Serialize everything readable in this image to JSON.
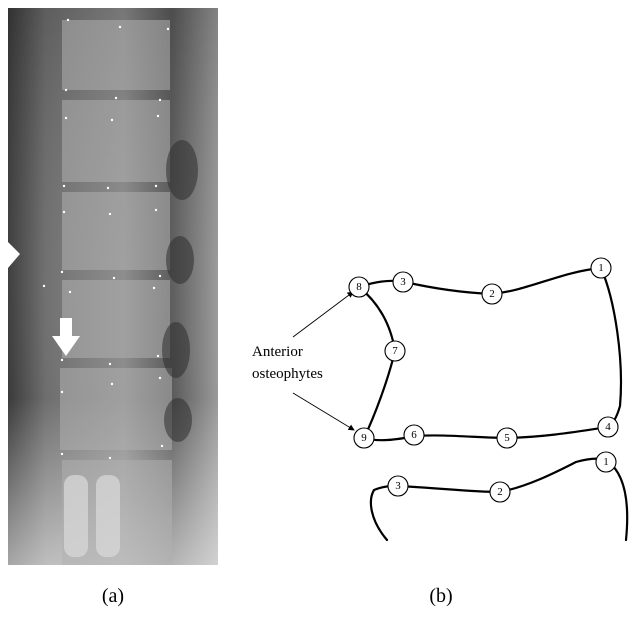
{
  "panel_a": {
    "caption": "(a)"
  },
  "panel_b": {
    "caption": "(b)",
    "annotation_line1": "Anterior",
    "annotation_line2": "osteophytes",
    "upper_vertebra_points": [
      "1",
      "2",
      "3",
      "4",
      "5",
      "6",
      "7",
      "8",
      "9"
    ],
    "lower_vertebra_points": [
      "1",
      "2",
      "3"
    ]
  },
  "colors": {
    "background": "#ffffff",
    "ink": "#000000",
    "xray_dark": "#2a2a2a",
    "xray_light": "#d9d9d9"
  }
}
